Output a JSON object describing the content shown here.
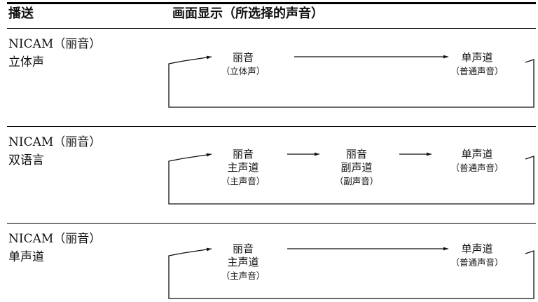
{
  "header": {
    "col_broadcast": "播送",
    "col_display": "画面显示（所选择的声音）"
  },
  "rows": [
    {
      "broadcast_line1": "NICAM（丽音）",
      "broadcast_line2": "立体声",
      "states": [
        {
          "line1": "丽音",
          "sub": "（立体声）"
        },
        {
          "line1": "单声道",
          "sub": "（普通声音）"
        }
      ]
    },
    {
      "broadcast_line1": "NICAM（丽音）",
      "broadcast_line2": "双语言",
      "states": [
        {
          "line1": "丽音",
          "line2": "主声道",
          "sub": "（主声音）"
        },
        {
          "line1": "丽音",
          "line2": "副声道",
          "sub": "（副声音）"
        },
        {
          "line1": "单声道",
          "sub": "（普通声音）"
        }
      ]
    },
    {
      "broadcast_line1": "NICAM（丽音）",
      "broadcast_line2": "单声道",
      "states": [
        {
          "line1": "丽音",
          "line2": "主声道",
          "sub": "（主声音）"
        },
        {
          "line1": "单声道",
          "sub": "（普通声音）"
        }
      ]
    }
  ]
}
